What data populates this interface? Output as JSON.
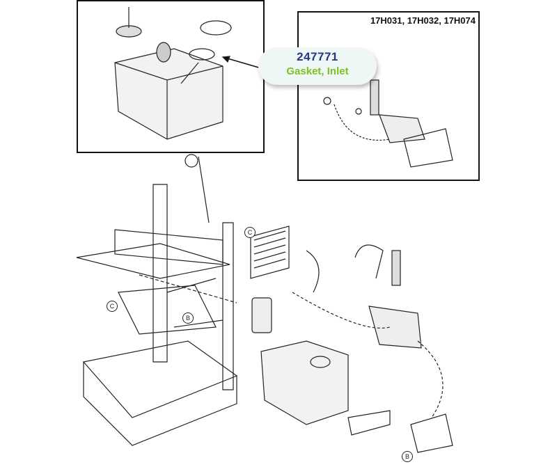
{
  "inset_right": {
    "models": "17H031, 17H032, 17H074"
  },
  "callout": {
    "part_number": "247771",
    "description": "Gasket, Inlet",
    "number_color": "#25377f",
    "description_color": "#7cc21f"
  },
  "reference_labels": [
    "C",
    "C",
    "B",
    "B"
  ]
}
